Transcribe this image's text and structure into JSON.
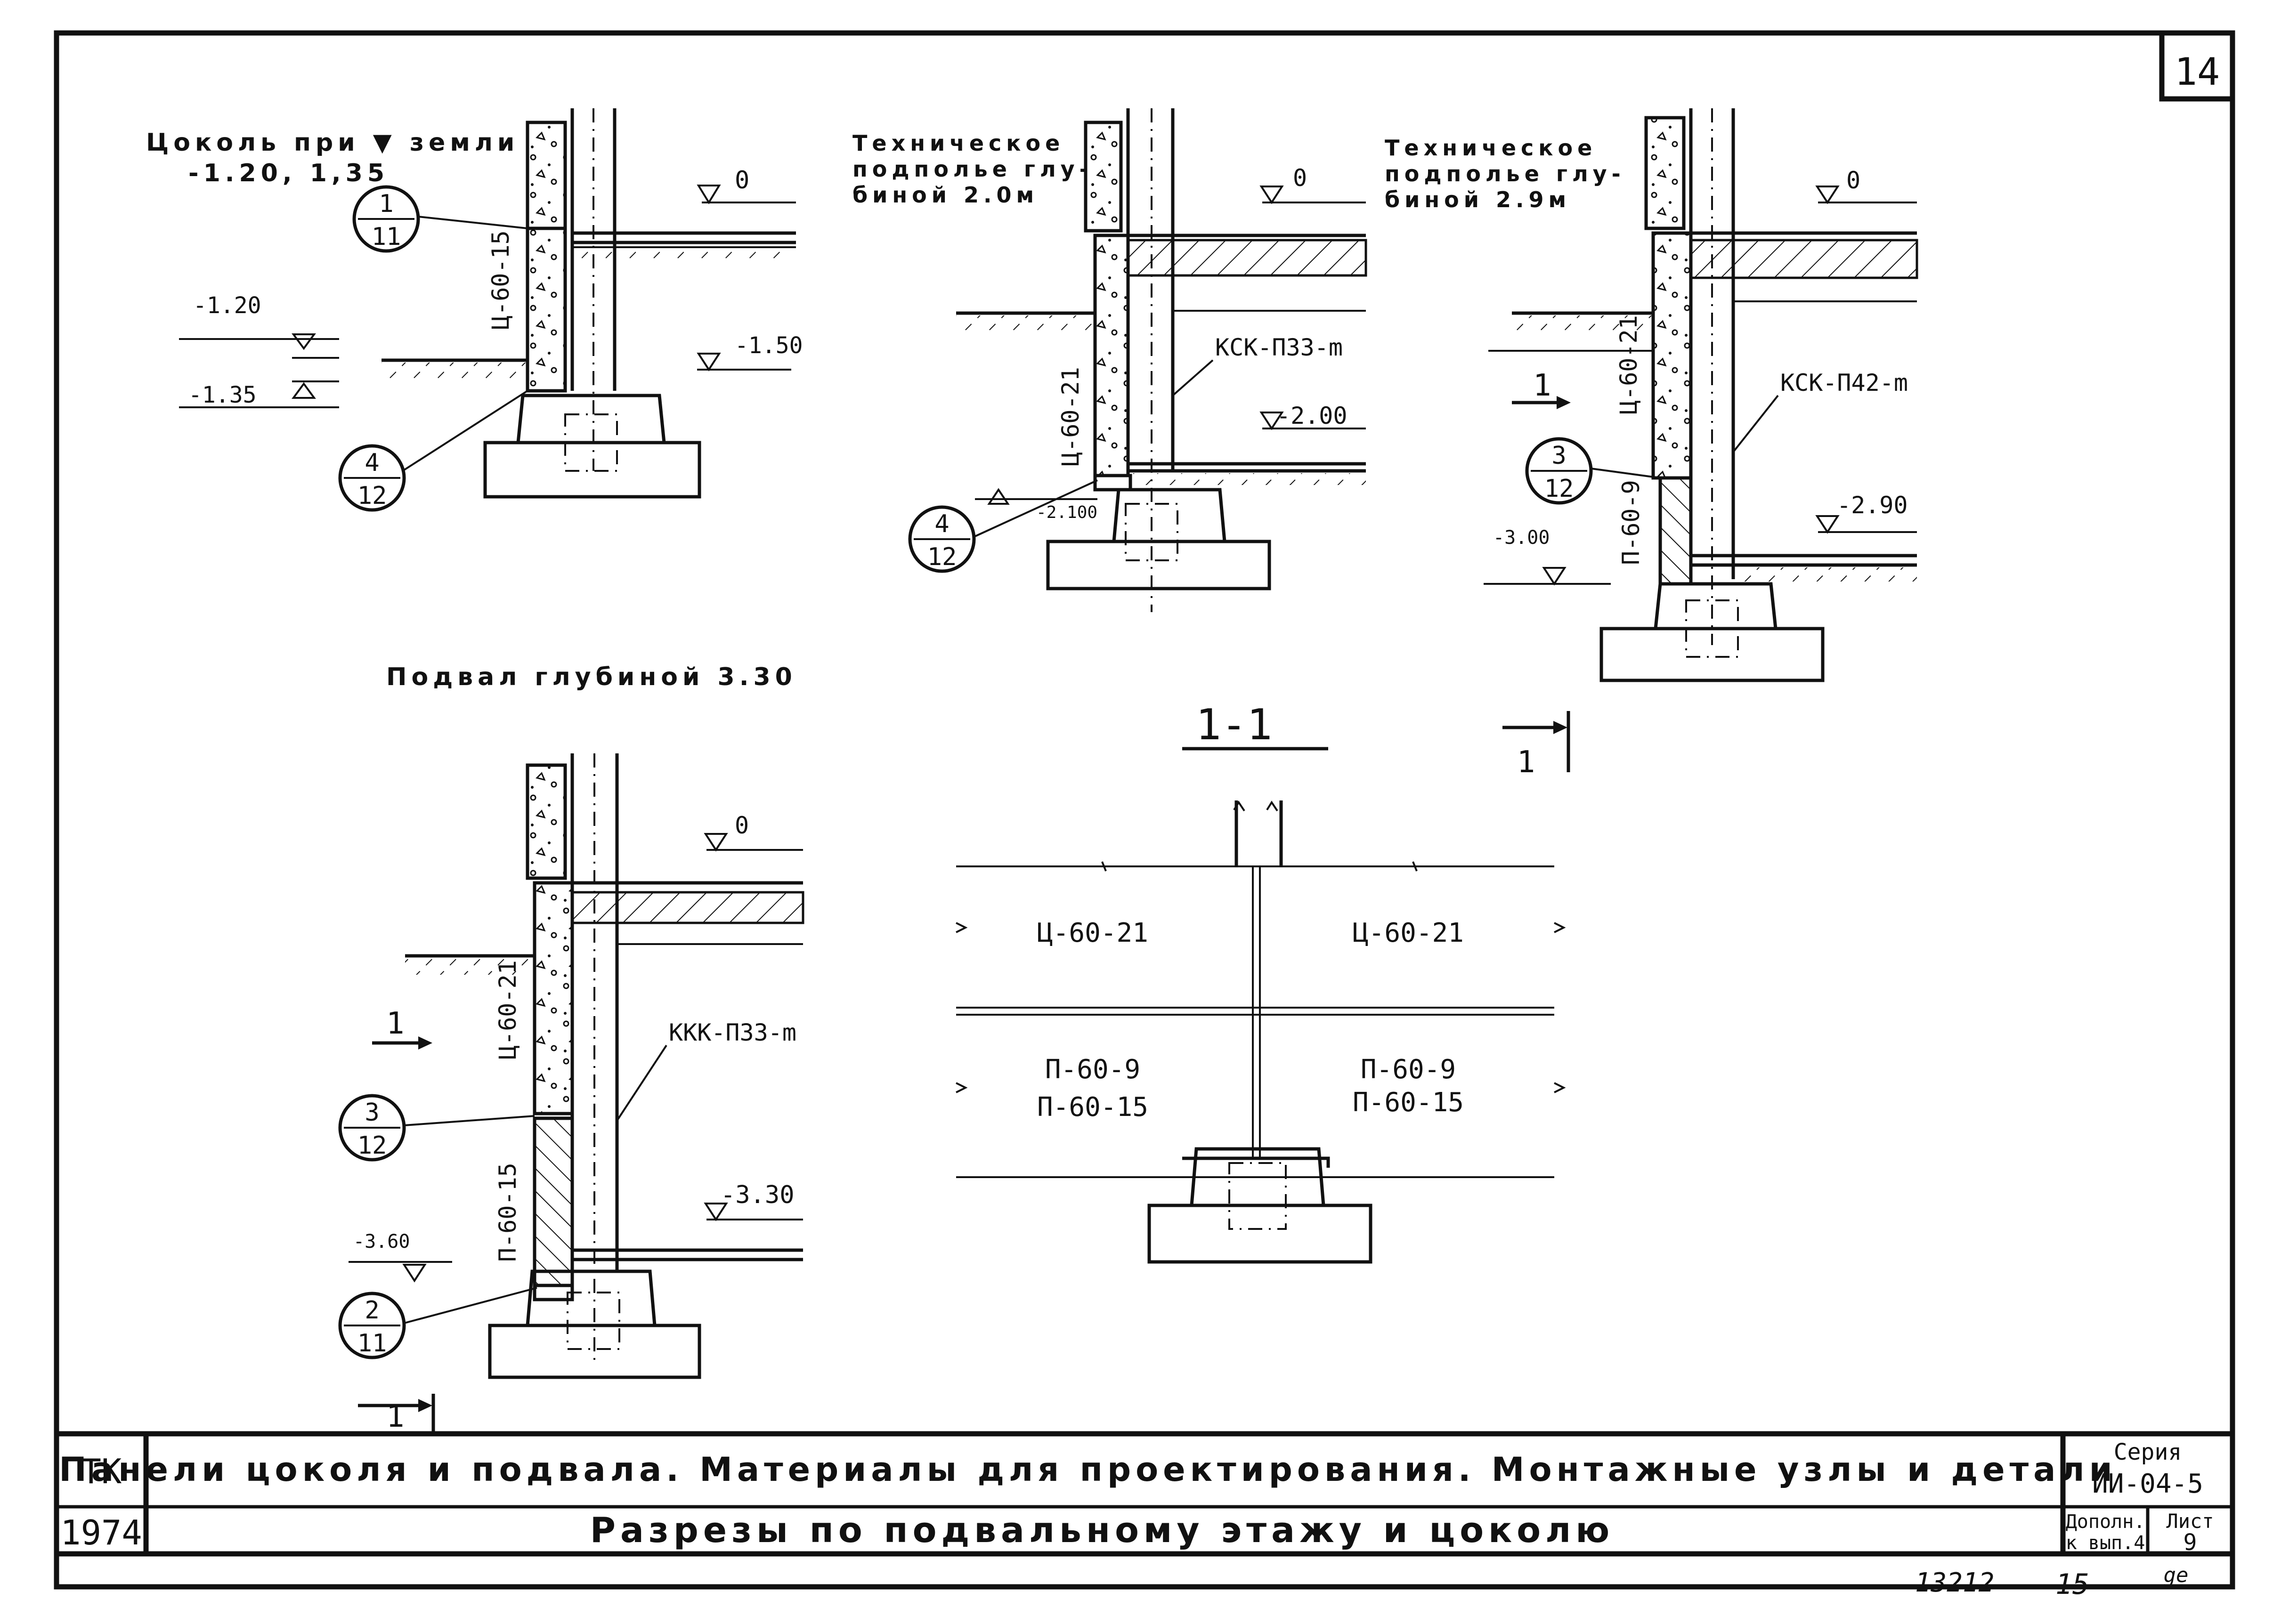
{
  "sheet": {
    "sheet_number": "14",
    "corner_mark": "ТК",
    "year": "1974",
    "title_line1": "Панели цоколя и подвала. Материалы для проектирования. Монтажные узлы и детали",
    "title_line2": "Разрезы по подвальному этажу и цоколю",
    "series_label": "Серия",
    "series_value": "ИИ-04-5",
    "supplement_label": "Дополн.",
    "supplement_value": "к вып.4",
    "list_label": "Лист",
    "list_value": "9",
    "footer_number": "13212",
    "footer_page": "15",
    "footer_sign": "ge"
  },
  "detail1": {
    "title_line1": "Цоколь при ▼ земли",
    "title_line2": "-1.20, 1,35",
    "panel": "Ц-60-15",
    "mark_top": "0",
    "mark_a": "-1.20",
    "mark_b": "-1.35",
    "mark_c": "-1.50",
    "callout_top": {
      "num": "1",
      "den": "11"
    },
    "callout_bottom": {
      "num": "4",
      "den": "12"
    }
  },
  "detail2": {
    "title_line1": "Техническое",
    "title_line2": "подполье глу-",
    "title_line3": "биной 2.0м",
    "panel": "Ц-60-21",
    "column": "КСК-П33-m",
    "mark_top": "0",
    "mark_floor": "-2.00",
    "mark_low": "-2.100",
    "callout": {
      "num": "4",
      "den": "12"
    }
  },
  "detail3": {
    "title_line1": "Техническое",
    "title_line2": "подполье глу-",
    "title_line3": "биной 2.9м",
    "panel_upper": "Ц-60-21",
    "panel_lower": "П-60-9",
    "column": "КСК-П42-m",
    "mark_top": "0",
    "mark_floor": "-2.90",
    "mark_low": "-3.00",
    "section_mark": "1",
    "callout": {
      "num": "3",
      "den": "12"
    }
  },
  "detail4": {
    "title": "Подвал глубиной 3.30",
    "panel_upper": "Ц-60-21",
    "panel_lower": "П-60-15",
    "column": "ККК-П33-m",
    "mark_top": "0",
    "mark_floor": "-3.30",
    "mark_low": "-3.60",
    "section_mark_top": "1",
    "section_mark_bottom": "1",
    "callout_upper": {
      "num": "3",
      "den": "12"
    },
    "callout_lower": {
      "num": "2",
      "den": "11"
    }
  },
  "elevation": {
    "title": "1-1",
    "section_mark": "1",
    "upper_left": "Ц-60-21",
    "upper_right": "Ц-60-21",
    "lower_left_1": "П-60-9",
    "lower_left_2": "П-60-15",
    "lower_right_1": "П-60-9",
    "lower_right_2": "П-60-15"
  }
}
